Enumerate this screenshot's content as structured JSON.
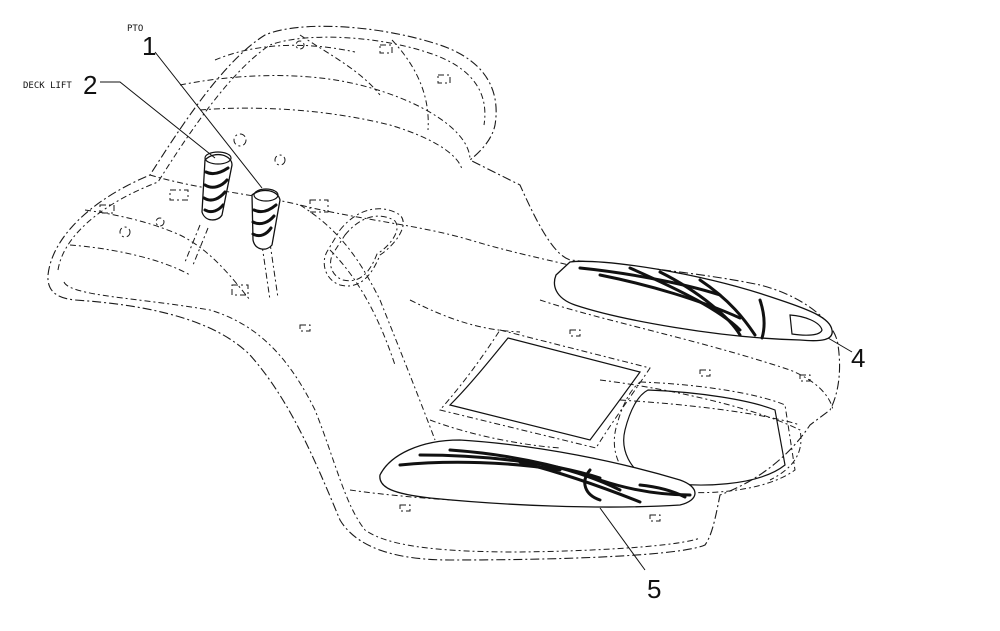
{
  "diagram": {
    "labels": {
      "pto": "PTO",
      "deck_lift": "DECK LIFT"
    },
    "callouts": [
      {
        "id": "1",
        "text": "1"
      },
      {
        "id": "2",
        "text": "2"
      },
      {
        "id": "4",
        "text": "4"
      },
      {
        "id": "5",
        "text": "5"
      }
    ]
  },
  "colors": {
    "ink": "#111111",
    "background": "#ffffff"
  }
}
